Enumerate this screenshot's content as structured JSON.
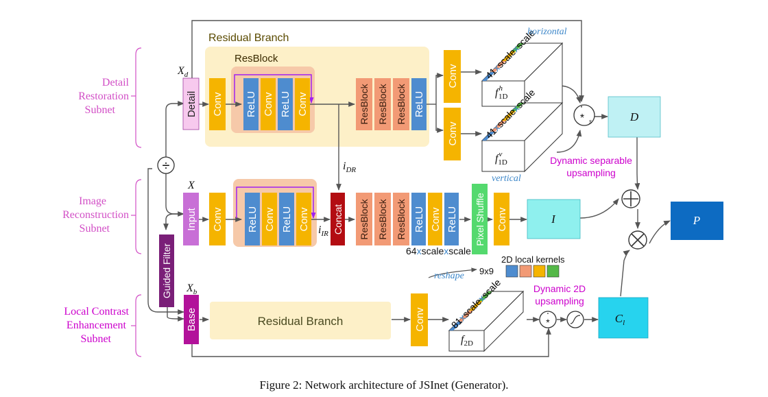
{
  "subnets": {
    "detail": [
      "Detail",
      "Restoration",
      "Subnet"
    ],
    "image": [
      "Image",
      "Reconstruction",
      "Subnet"
    ],
    "local": [
      "Local Contrast",
      "Enhancement",
      "Subnet"
    ]
  },
  "regions": {
    "residual_branch_top": "Residual Branch",
    "resblock": "ResBlock",
    "residual_branch_bottom": "Residual Branch"
  },
  "blocks": {
    "detail": "Detail",
    "input": "Input",
    "base": "Base",
    "conv": "Conv",
    "relu": "ReLU",
    "resblock": "ResBlock",
    "concat": "Concat",
    "pixel_shuffle": "Pixel Shuffle",
    "guided_filter": "Guided Filter"
  },
  "outputs": {
    "D": "D",
    "I": "I",
    "P": "P",
    "Cl": "C",
    "Cl_sub": "l"
  },
  "vars": {
    "Xd": "X",
    "Xd_sub": "d",
    "X": "X",
    "Xb": "X",
    "Xb_sub": "b",
    "iDR": "i",
    "iDR_sub": "DR",
    "iIR": "i",
    "iIR_sub": "IR"
  },
  "kernels": {
    "h_dim": [
      "41",
      "x",
      "scale",
      "x",
      "scale"
    ],
    "v_dim": [
      "41",
      "x",
      "scale",
      "x",
      "scale"
    ],
    "b_dim": [
      "81",
      "x",
      "scale",
      "x",
      "scale"
    ],
    "f_h": "f",
    "f_h_sub": "1D",
    "f_h_sup": "h",
    "f_v": "f",
    "f_v_sub": "1D",
    "f_v_sup": "v",
    "f_2d": "f",
    "f_2d_sub": "2D",
    "horizontal": "horizontal",
    "vertical": "vertical",
    "reshape": "reshape",
    "local_kernels": "2D local kernels",
    "nine": "9x9",
    "pixel_dim": [
      "64",
      "x",
      "scale",
      "x",
      "scale"
    ]
  },
  "annotations": {
    "dyn_sep": [
      "Dynamic separable",
      "upsampling"
    ],
    "dyn_2d": [
      "Dynamic 2D",
      "upsampling"
    ]
  },
  "operators": {
    "divide": "÷",
    "dot": "·",
    "star": "*",
    "star_s": "s",
    "plus": "+",
    "times": "×"
  },
  "caption": "Figure 2: Network architecture of JSInet (Generator).",
  "colors": {
    "pink_block": "#f7c9ee",
    "orange": "#f5b400",
    "blue": "#4e8ccf",
    "salmon": "#f29a75",
    "resblock_bg": "#f6c9a9",
    "residual_bg": "#fdf0c8",
    "purple": "#7a1f78",
    "magenta": "#b2129a",
    "concat_red": "#b30d12",
    "green": "#54d96e",
    "cyan": "#bff1f4",
    "cyan_strong": "#27d3ee",
    "dark_blue": "#0d6bc2",
    "label_magenta": "#d24fc6",
    "text_magenta": "#cc00cc",
    "text_blue": "#3d87c9"
  }
}
